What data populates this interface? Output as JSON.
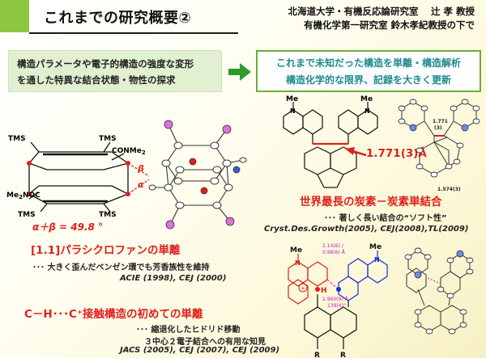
{
  "header": {
    "title": "これまでの研究概要②",
    "affiliation_line1": "北海道大学・有機反応論研究室　 辻 孝 教授",
    "affiliation_line2": "有機化学第一研究室 鈴木孝紀教授の下で"
  },
  "summary_left": {
    "line1": "構造パラメータや電子的構造の強度な変形",
    "line2": "を通した特異な結合状態・物性の探求"
  },
  "summary_right": {
    "line1": "これまで未知だった構造を単離・構造解析",
    "line2": "構造化学的な限界、記録を大きく更新"
  },
  "cyclophane": {
    "label_tms1": "TMS",
    "label_tms2": "TMS",
    "label_conme2": "CONMe",
    "label_conme2_sub": "2",
    "label_me2noc": "Me",
    "label_me2noc_sub": "2",
    "label_me2noc_tail": "NOC",
    "label_tms3": "TMS",
    "label_tms4": "TMS",
    "beta": "β",
    "alpha": "α",
    "angle_sum": "α＋β = 49.8 °",
    "heading": "[1.1]パラシクロファンの単離",
    "note": "･･･ 大きく歪んだベンゼン環でも芳香族性を維持",
    "refs": "ACIE (1998), CEJ (2000)"
  },
  "long_bond": {
    "me_left": "Me",
    "me_right": "Me",
    "n_left": "N",
    "n_right": "N",
    "bond_length": "1.771(3)Å",
    "ortep_bond_1": "1.771",
    "ortep_bond_1b": "(3)",
    "ortep_bond_2": "1.574(3)",
    "heading": "世界最長の炭素－炭素単結合",
    "note": "･･･ 著しく長い結合の“ソフト性”",
    "refs": "Cryst.Des.Growth(2005), CEJ(2008),TL(2009)"
  },
  "contact": {
    "me_left": "Me",
    "me_right": "Me",
    "n_left": "N",
    "n_right": "N",
    "h_label": "H",
    "r_left": "R",
    "r_right": "R",
    "dist1": "2.14(6) /",
    "dist1b": "0.98(6) Å",
    "dist2": "2.960(9) Å",
    "dist3": "139(4)°",
    "heading": "C－H･･･C⁺接触構造の初めての単離",
    "note1": "･･･ 縮退化したヒドリド移動",
    "note2": "３中心２電子結合への有用な知見",
    "refs": "JACS (2005), CEJ (2007), CEJ (2009)"
  },
  "colors": {
    "accent_green": "#8dc63f",
    "box_green": "#e2f0d2",
    "teal": "#1d8b8e",
    "red": "#e0201b",
    "blue": "#1a2fd8"
  }
}
